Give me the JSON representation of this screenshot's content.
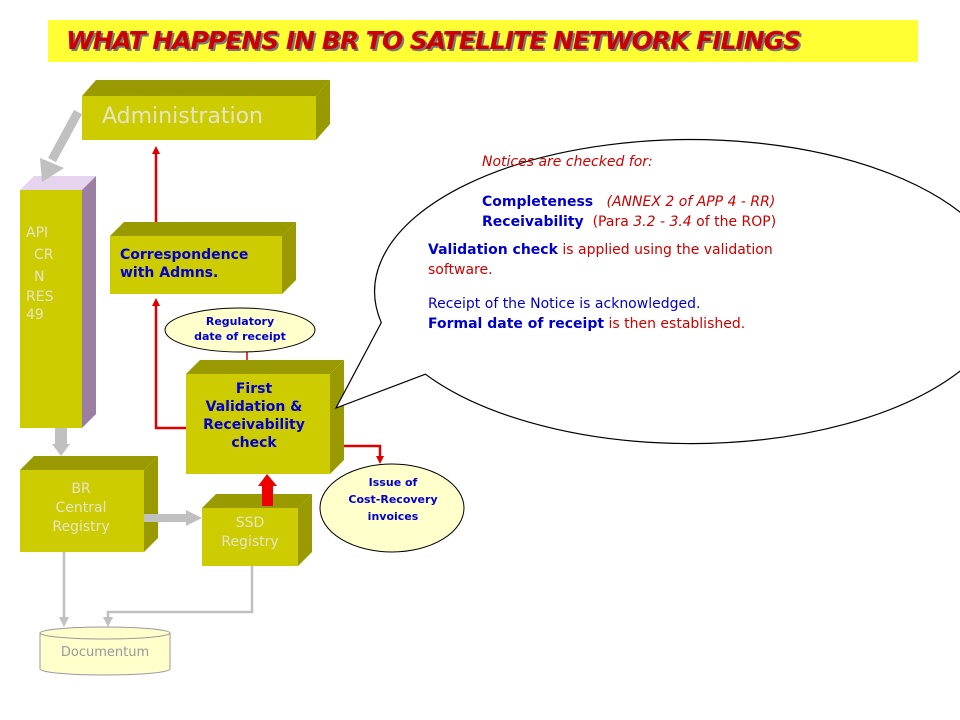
{
  "title": "WHAT HAPPENS IN BR TO SATELLITE NETWORK FILINGS",
  "boxes": {
    "administration": "Administration",
    "api_lines": [
      "API",
      "CR",
      "N",
      "RES",
      "49"
    ],
    "correspondence": [
      "Correspondence",
      "with Admns."
    ],
    "regulatory_date": [
      "Regulatory",
      "date of receipt"
    ],
    "first_validation": [
      "First",
      "Validation &",
      "Receivability",
      "check"
    ],
    "issue_invoices": [
      "Issue of",
      "Cost-Recovery",
      "invoices"
    ],
    "br_central": [
      "BR",
      "Central",
      "Registry"
    ],
    "ssd_registry": [
      "SSD",
      "Registry"
    ],
    "documentum": "Documentum"
  },
  "bubble": {
    "checked_for": "Notices are checked for:",
    "completeness_label": "Completeness",
    "completeness_ref": "(ANNEX 2 of APP 4 - RR)",
    "receivability_label": "Receivability",
    "receivability_ref_a": "(Para ",
    "receivability_ref_b": "3.2 - 3.4",
    "receivability_ref_c": " of the ROP)",
    "validation_label": "Validation check",
    "validation_rest": " is applied using the validation",
    "validation_line2": "software.",
    "receipt_a": "Receipt",
    "receipt_b": " of the Notice is acknowledged.",
    "formal_label": "Formal date of receipt",
    "formal_rest": " is then established."
  },
  "colors": {
    "title_bg": "#ffff33",
    "title_text": "#cc0000",
    "box_face": "#cccc00",
    "box_top": "#999900",
    "box_side": "#999900",
    "api_side": "#9a7fa2",
    "api_top": "#e6d3ee",
    "arrow_red": "#dd0000",
    "connector_gray": "#c0c0c0",
    "callout_fill": "#ffffff",
    "text_blue": "#0000cc",
    "text_red": "#cc0000"
  }
}
